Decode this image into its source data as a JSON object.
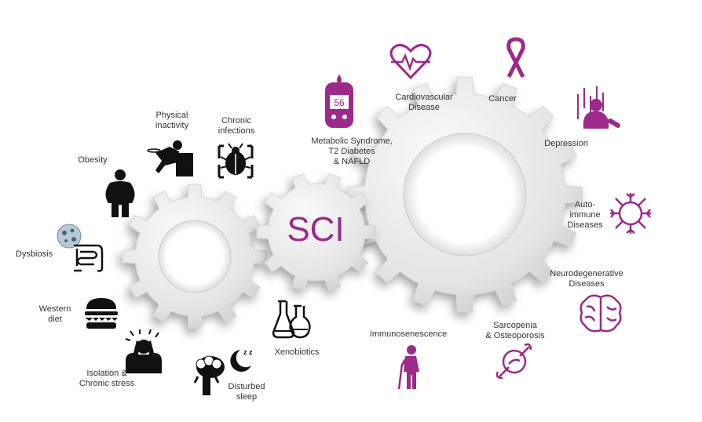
{
  "center_label": "SCI",
  "colors": {
    "accent": "#9b2a8a",
    "dark": "#111111",
    "gear": "#e6e6e6",
    "text": "#333333"
  },
  "causes": {
    "physical_inactivity": "Physical\ninactivity",
    "chronic_infections": "Chronic\ninfections",
    "obesity": "Obesity",
    "dysbiosis": "Dysbiosis",
    "western_diet": "Western\ndiet",
    "isolation_stress": "Isolation &\nChronic stress",
    "disturbed_sleep": "Disturbed\nsleep",
    "xenobiotics": "Xenobiotics"
  },
  "diseases": {
    "metabolic": "Metabolic Syndrome,\nT2 Diabetes\n& NAFLD",
    "cardiovascular": "Cardiovascular\nDisease",
    "cancer": "Cancer",
    "depression": "Depression",
    "autoimmune": "Auto-\nimmune\nDiseases",
    "neurodegenerative": "Neurodegenerative\nDiseases",
    "sarcopenia": "Sarcopenia\n& Osteoporosis",
    "immunosenescence": "Immunosenescence"
  },
  "glucometer_reading": "56",
  "sleep_symbol": "z z"
}
